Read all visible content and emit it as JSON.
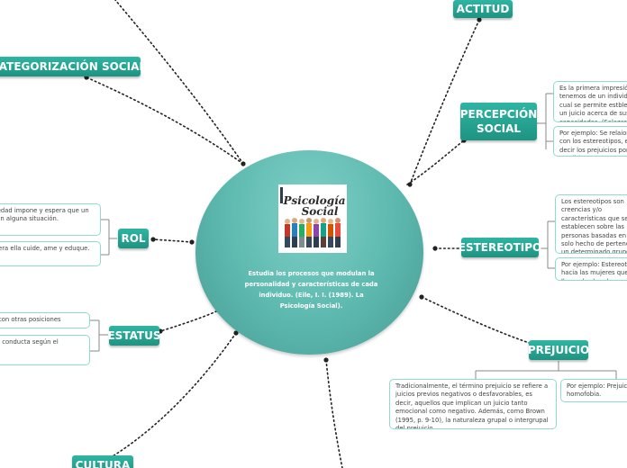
{
  "central": {
    "text": "Estudia los procesos que modulan la personalidad y características de cada individuo. (Eile, I. I. (1989). La Psicología Social).",
    "logo_text_1": "Psicología",
    "logo_text_2": "Social"
  },
  "topics": {
    "categorizacion": "CATEGORIZACIÓN SOCIAL",
    "rol": "ROL",
    "estatus": "ESTATUS",
    "cultura": "CULTURA",
    "actitud": "ACTITUD",
    "percepcion": "PERCEPCIÓN SOCIAL",
    "estereotipo": "ESTEREOTIPO",
    "prejuicio": "PREJUICIO"
  },
  "notes": {
    "percepcion_1": " Es la primera impresión que tenemos de un individuo, la cual se permite estblecer un juicio acerca de sus capacidades. (Salazar, J., Montero, M., Muñoz, C., Sánchez, E., Santoro, E., & Villegas, J. (2012).",
    "percepcion_2": "Por ejemplo: Se relaionan con los estereotipos, es decir los prejuicios por percibir a personas o grupos de características generales.",
    "estereotipo_1": "Los estereotipos son creencias y/o características que se establecen sobre las personas basadas en el solo hecho de pertenecer a un determinado grupo de personas o por el entorno social que rodean nuestras vidas incluso antes de conocer a la persona. (Charles Kimble, José Hernández (2002).",
    "estereotipo_2": "Por ejemplo: Estereotipos hacia las mujeres que no lloran, los hombres no lloran analítico, fuerte.",
    "prejuicio_1": "Tradicionalmente, el término prejuicio se refiere a juicios previos negativos o desfavorables, es decir, aquellos que implican un juicio tanto emocional como negativo. Además, como Brown (1995, p. 9-10), la naturaleza grupal o intergrupal del prejuicio.",
    "prejuicio_2": "Por ejemplo: Prejuicio de homofobia.",
    "rol_1": "Es el papel que la sociedad impone y espera que un individuo desempeñe en alguna situación.",
    "rol_2": "Ejemplo: Madre se espera ella cuide, ame y eduque.",
    "estatus_1": "Posición social en relación con otras posiciones sociales.",
    "estatus_2": "Ejemplo: Persona tiene una conducta según el estatus."
  },
  "colors": {
    "topic_top": "#2fb5a3",
    "topic_bottom": "#1f9382",
    "central": "#5cb8ae",
    "note_border": "#8fdbd0",
    "link": "#222222"
  }
}
